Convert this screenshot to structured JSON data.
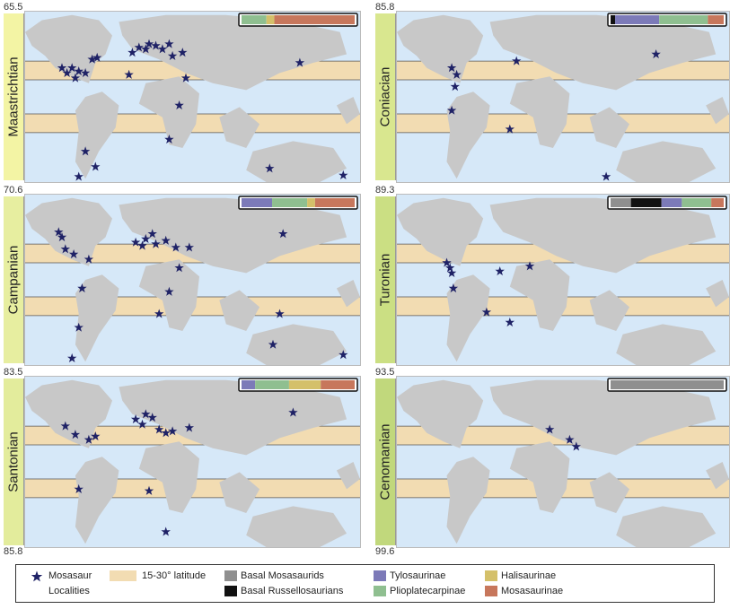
{
  "ages": [
    {
      "value": "65.5",
      "id": "age-65-5"
    },
    {
      "value": "70.6",
      "id": "age-70-6"
    },
    {
      "value": "83.5",
      "id": "age-83-5"
    },
    {
      "value": "85.8",
      "id": "age-85-8-left"
    },
    {
      "value": "85.8",
      "id": "age-85-8-right"
    },
    {
      "value": "89.3",
      "id": "age-89-3"
    },
    {
      "value": "93.5",
      "id": "age-93-5"
    },
    {
      "value": "99.6",
      "id": "age-99-6"
    }
  ],
  "panels": [
    {
      "stage": "Maastrichtian",
      "label_color": "#f3f4a4",
      "stars": [
        [
          0.11,
          0.33
        ],
        [
          0.125,
          0.36
        ],
        [
          0.14,
          0.33
        ],
        [
          0.15,
          0.39
        ],
        [
          0.16,
          0.35
        ],
        [
          0.18,
          0.36
        ],
        [
          0.2,
          0.28
        ],
        [
          0.215,
          0.27
        ],
        [
          0.32,
          0.24
        ],
        [
          0.34,
          0.21
        ],
        [
          0.36,
          0.22
        ],
        [
          0.37,
          0.19
        ],
        [
          0.39,
          0.2
        ],
        [
          0.41,
          0.22
        ],
        [
          0.43,
          0.19
        ],
        [
          0.44,
          0.26
        ],
        [
          0.47,
          0.24
        ],
        [
          0.31,
          0.37
        ],
        [
          0.48,
          0.39
        ],
        [
          0.46,
          0.55
        ],
        [
          0.43,
          0.75
        ],
        [
          0.18,
          0.82
        ],
        [
          0.21,
          0.91
        ],
        [
          0.16,
          1.08
        ],
        [
          0.73,
          0.92
        ],
        [
          0.82,
          0.3
        ],
        [
          0.95,
          0.96
        ]
      ],
      "bar": [
        {
          "color": "#8fbf90",
          "frac": 0.22
        },
        {
          "color": "#d4c06a",
          "frac": 0.07
        },
        {
          "color": "#c7775c",
          "frac": 0.71
        }
      ]
    },
    {
      "stage": "Campanian",
      "label_color": "#e7eea0",
      "stars": [
        [
          0.1,
          0.22
        ],
        [
          0.11,
          0.25
        ],
        [
          0.12,
          0.32
        ],
        [
          0.145,
          0.35
        ],
        [
          0.19,
          0.38
        ],
        [
          0.33,
          0.28
        ],
        [
          0.35,
          0.3
        ],
        [
          0.36,
          0.26
        ],
        [
          0.38,
          0.23
        ],
        [
          0.39,
          0.29
        ],
        [
          0.42,
          0.27
        ],
        [
          0.45,
          0.31
        ],
        [
          0.49,
          0.31
        ],
        [
          0.46,
          0.43
        ],
        [
          0.17,
          0.55
        ],
        [
          0.43,
          0.57
        ],
        [
          0.4,
          0.7
        ],
        [
          0.16,
          0.78
        ],
        [
          0.14,
          0.96
        ],
        [
          0.76,
          0.7
        ],
        [
          0.74,
          0.88
        ],
        [
          0.95,
          0.94
        ],
        [
          0.77,
          0.23
        ]
      ],
      "bar": [
        {
          "color": "#7c7ab8",
          "frac": 0.27
        },
        {
          "color": "#8fbf90",
          "frac": 0.31
        },
        {
          "color": "#d4c06a",
          "frac": 0.07
        },
        {
          "color": "#c7775c",
          "frac": 0.35
        }
      ]
    },
    {
      "stage": "Santonian",
      "label_color": "#e3ec9c",
      "stars": [
        [
          0.12,
          0.29
        ],
        [
          0.15,
          0.34
        ],
        [
          0.19,
          0.37
        ],
        [
          0.21,
          0.35
        ],
        [
          0.33,
          0.25
        ],
        [
          0.35,
          0.28
        ],
        [
          0.36,
          0.22
        ],
        [
          0.38,
          0.24
        ],
        [
          0.4,
          0.31
        ],
        [
          0.42,
          0.33
        ],
        [
          0.44,
          0.32
        ],
        [
          0.49,
          0.3
        ],
        [
          0.16,
          0.66
        ],
        [
          0.37,
          0.67
        ],
        [
          0.42,
          0.91
        ],
        [
          0.8,
          0.21
        ]
      ],
      "bar": [
        {
          "color": "#7c7ab8",
          "frac": 0.12
        },
        {
          "color": "#8fbf90",
          "frac": 0.3
        },
        {
          "color": "#d4c06a",
          "frac": 0.28
        },
        {
          "color": "#c7775c",
          "frac": 0.3
        }
      ]
    },
    {
      "stage": "Coniacian",
      "label_color": "#d9e78f",
      "stars": [
        [
          0.165,
          0.33
        ],
        [
          0.18,
          0.37
        ],
        [
          0.175,
          0.44
        ],
        [
          0.165,
          0.58
        ],
        [
          0.36,
          0.29
        ],
        [
          0.34,
          0.69
        ],
        [
          0.78,
          0.25
        ],
        [
          0.63,
          0.97
        ]
      ],
      "bar": [
        {
          "color": "#111111",
          "frac": 0.04
        },
        {
          "color": "#7c7ab8",
          "frac": 0.39
        },
        {
          "color": "#8fbf90",
          "frac": 0.43
        },
        {
          "color": "#c7775c",
          "frac": 0.14
        }
      ]
    },
    {
      "stage": "Turonian",
      "label_color": "#cbdf83",
      "stars": [
        [
          0.15,
          0.4
        ],
        [
          0.16,
          0.43
        ],
        [
          0.165,
          0.46
        ],
        [
          0.17,
          0.55
        ],
        [
          0.31,
          0.45
        ],
        [
          0.4,
          0.42
        ],
        [
          0.27,
          0.69
        ],
        [
          0.34,
          0.75
        ]
      ],
      "bar": [
        {
          "color": "#8f8f8f",
          "frac": 0.18
        },
        {
          "color": "#111111",
          "frac": 0.27
        },
        {
          "color": "#7c7ab8",
          "frac": 0.18
        },
        {
          "color": "#8fbf90",
          "frac": 0.26
        },
        {
          "color": "#c7775c",
          "frac": 0.11
        }
      ]
    },
    {
      "stage": "Cenomanian",
      "label_color": "#c1d87c",
      "stars": [
        [
          0.46,
          0.31
        ],
        [
          0.52,
          0.37
        ],
        [
          0.54,
          0.41
        ]
      ],
      "bar": [
        {
          "color": "#8f8f8f",
          "frac": 1.0
        }
      ]
    }
  ],
  "legend": {
    "star_label_line1": "Mosasaur",
    "star_label_line2": "Localities",
    "latitude_label": "15-30° latitude",
    "basal_mosasaurids": "Basal Mosasaurids",
    "basal_russellosaurians": "Basal Russellosaurians",
    "tylosaurinae": "Tylosaurinae",
    "plioplatecarpinae": "Plioplatecarpinae",
    "halisaurinae": "Halisaurinae",
    "mosasaurinae": "Mosasaurinae"
  },
  "colors": {
    "ocean": "#d6e8f8",
    "land": "#c8c8c8",
    "latitude_band": "#f2dcb2",
    "star": "#1f2266",
    "basal_mosasaurids": "#8f8f8f",
    "basal_russellosaurians": "#111111",
    "tylosaurinae": "#7c7ab8",
    "plioplatecarpinae": "#8fbf90",
    "halisaurinae": "#d4c06a",
    "mosasaurinae": "#c7775c"
  }
}
